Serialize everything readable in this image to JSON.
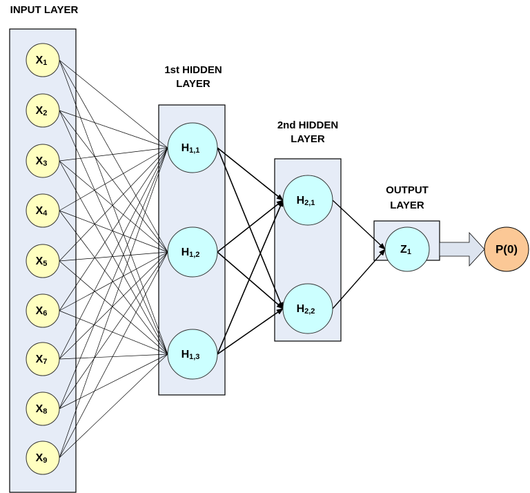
{
  "colors": {
    "layer_box_fill": "#e6ecf7",
    "input_node_fill": "#ffffc0",
    "hidden_node_fill": "#ccffff",
    "output_node_fill": "#ccffff",
    "result_node_fill": "#fbc896",
    "arrow_fill": "#dde4ef",
    "stroke": "#000000"
  },
  "layers": {
    "input": {
      "title_lines": [
        "INPUT LAYER"
      ],
      "nodes": [
        {
          "id": "x1",
          "base": "X",
          "sub": "1"
        },
        {
          "id": "x2",
          "base": "X",
          "sub": "2"
        },
        {
          "id": "x3",
          "base": "X",
          "sub": "3"
        },
        {
          "id": "x4",
          "base": "X",
          "sub": "4"
        },
        {
          "id": "x5",
          "base": "X",
          "sub": "5"
        },
        {
          "id": "x6",
          "base": "X",
          "sub": "6"
        },
        {
          "id": "x7",
          "base": "X",
          "sub": "7"
        },
        {
          "id": "x8",
          "base": "X",
          "sub": "8"
        },
        {
          "id": "x9",
          "base": "X",
          "sub": "9"
        }
      ]
    },
    "hidden1": {
      "title_lines": [
        "1st HIDDEN",
        "LAYER"
      ],
      "nodes": [
        {
          "id": "h11",
          "base": "H",
          "sub": "1,1"
        },
        {
          "id": "h12",
          "base": "H",
          "sub": "1,2"
        },
        {
          "id": "h13",
          "base": "H",
          "sub": "1,3"
        }
      ]
    },
    "hidden2": {
      "title_lines": [
        "2nd HIDDEN",
        "LAYER"
      ],
      "nodes": [
        {
          "id": "h21",
          "base": "H",
          "sub": "2,1"
        },
        {
          "id": "h22",
          "base": "H",
          "sub": "2,2"
        }
      ]
    },
    "output": {
      "title_lines": [
        "OUTPUT",
        "LAYER"
      ],
      "nodes": [
        {
          "id": "z1",
          "base": "Z",
          "sub": "1"
        }
      ]
    }
  },
  "result": {
    "label": "P(0)"
  },
  "connections": {
    "input_to_hidden1": "fully-connected",
    "hidden1_to_hidden2": "fully-connected",
    "hidden2_to_output": "fully-connected",
    "output_to_result": "block-arrow"
  }
}
